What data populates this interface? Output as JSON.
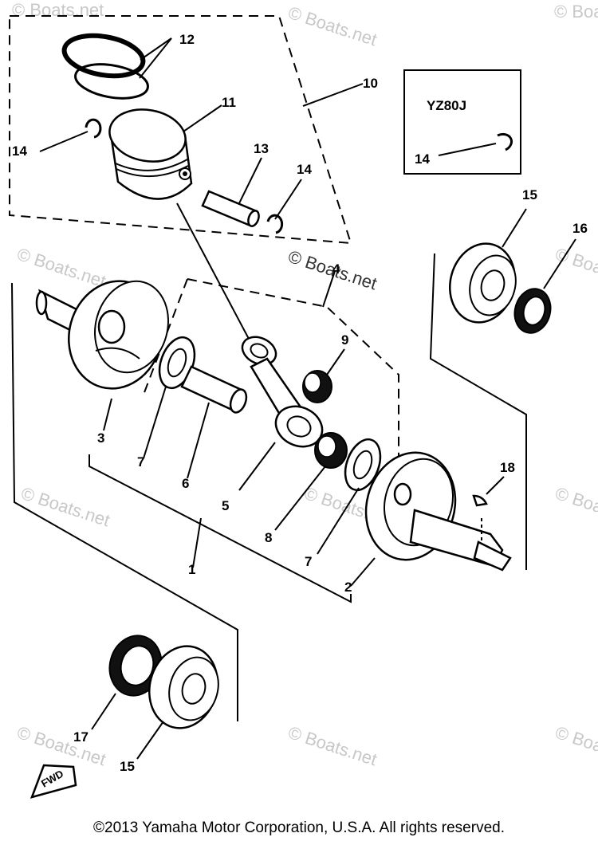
{
  "watermark": "© Boats.net",
  "variant_box": {
    "model": "YZ80J",
    "callout": "14"
  },
  "callouts": {
    "c1": "1",
    "c2": "2",
    "c3": "3",
    "c4": "4",
    "c5": "5",
    "c6": "6",
    "c7a": "7",
    "c7b": "7",
    "c8": "8",
    "c9": "9",
    "c10": "10",
    "c11": "11",
    "c12": "12",
    "c13": "13",
    "c14a": "14",
    "c14b": "14",
    "c15a": "15",
    "c15b": "15",
    "c16": "16",
    "c17": "17",
    "c18": "18"
  },
  "fwd_label": "FWD",
  "parts": {
    "rings": "piston-rings",
    "piston": "piston",
    "pin": "piston-pin",
    "clip": "circlip",
    "crank_left": "crankshaft-left",
    "crank_right": "crankshaft-right",
    "conrod": "connecting-rod",
    "crank_pin": "crank-pin",
    "washer": "thrust-washer",
    "needle_bearing": "needle-bearing",
    "bearing": "ball-bearing",
    "oil_seal": "oil-seal",
    "key": "woodruff-key"
  },
  "copyright": "©2013 Yamaha Motor Corporation, U.S.A. All rights reserved."
}
